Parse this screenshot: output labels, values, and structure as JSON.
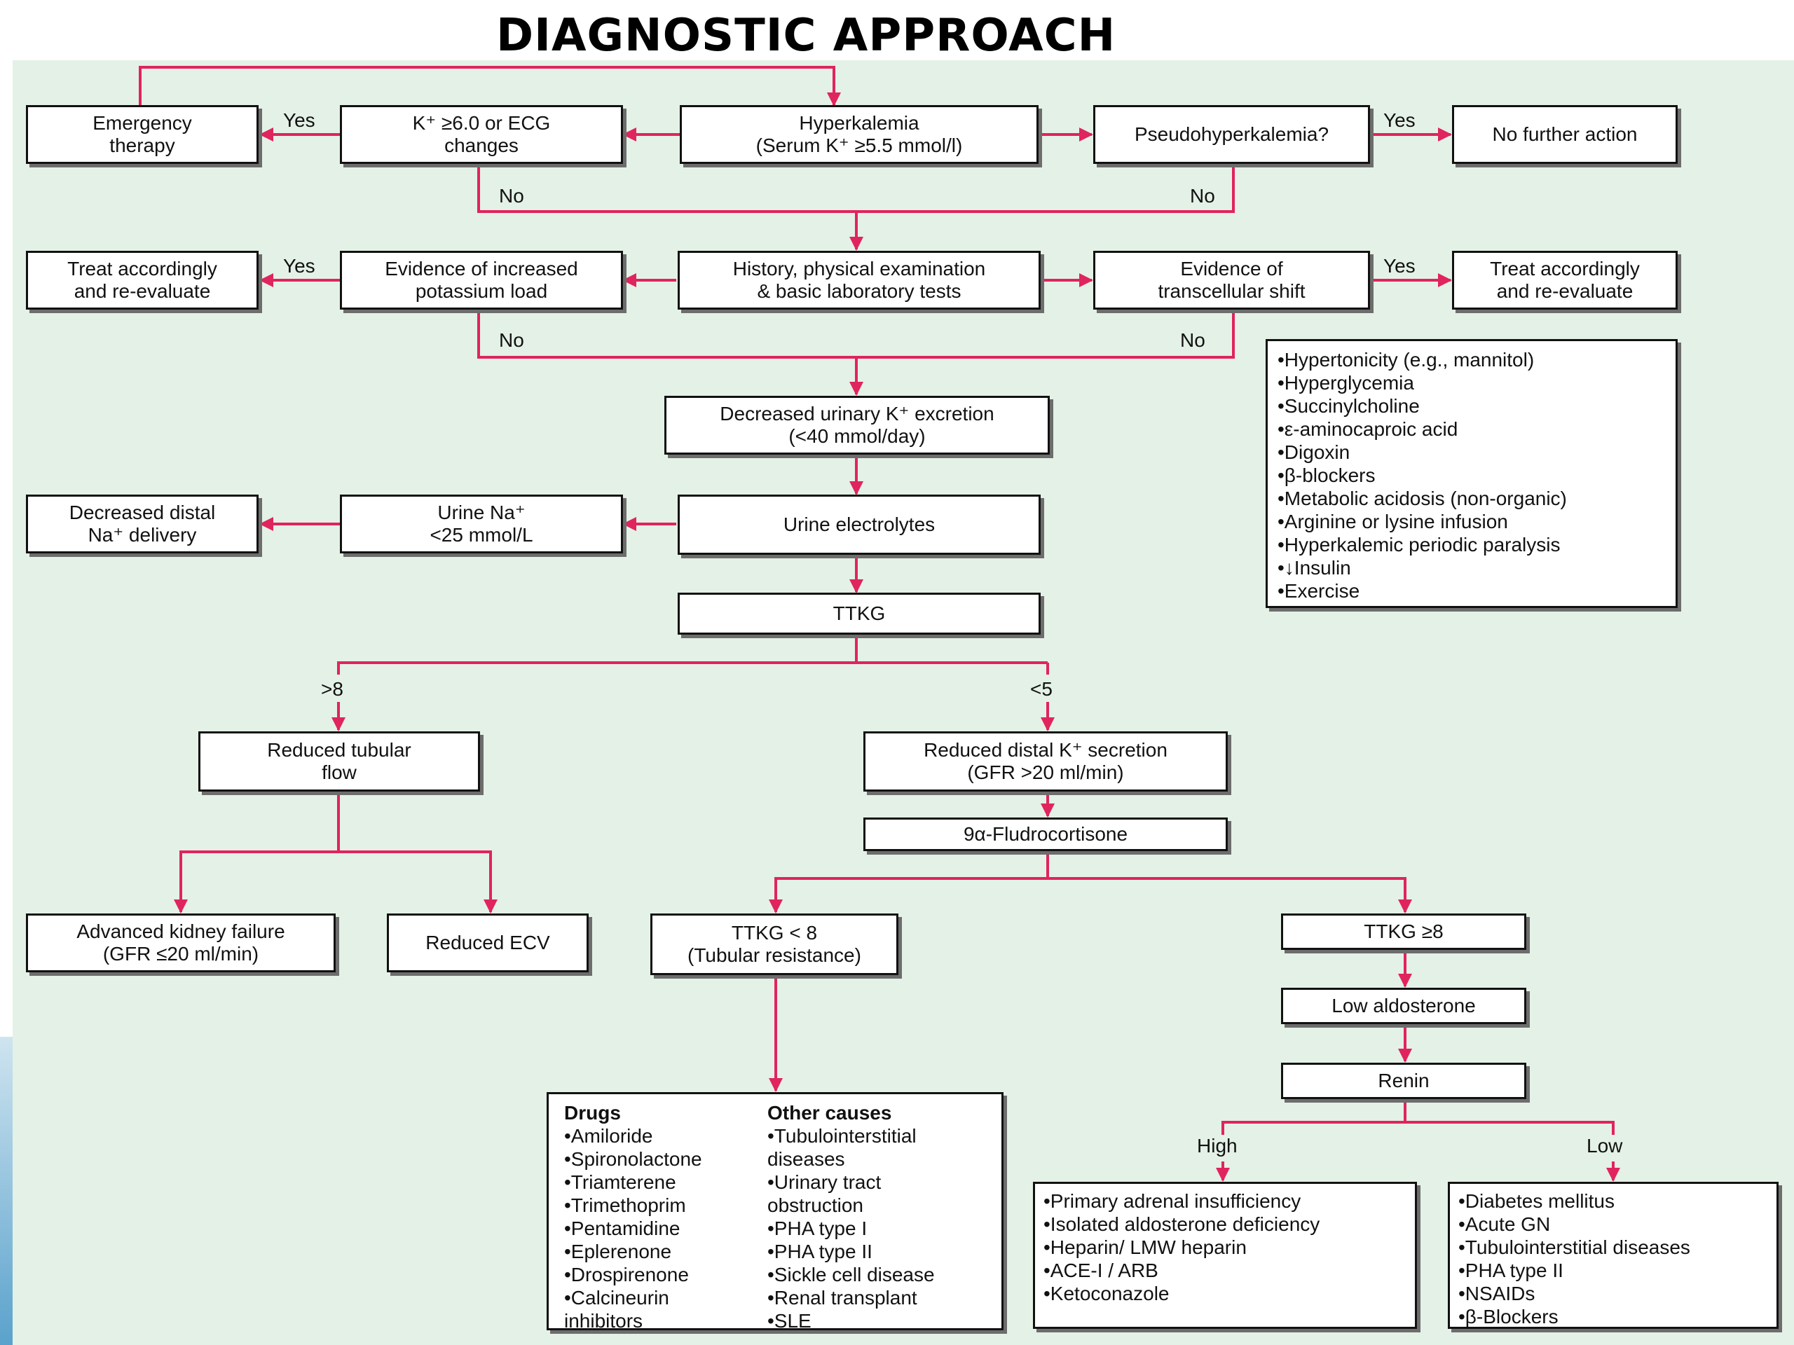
{
  "title": "DIAGNOSTIC APPROACH",
  "colors": {
    "arrow": "#e0245e",
    "background": "#e4f1e6",
    "box_border": "#111111"
  },
  "boxes": {
    "emergency": "Emergency\ntherapy",
    "k_ecg": "K⁺ ≥6.0 or ECG\nchanges",
    "hyperkalemia": "Hyperkalemia\n(Serum K⁺ ≥5.5 mmol/l)",
    "pseudo": "Pseudohyperkalemia?",
    "no_further": "No further action",
    "treat_left": "Treat accordingly\nand re-evaluate",
    "increased_load": "Evidence of increased\npotassium load",
    "history": "History, physical examination\n& basic laboratory tests",
    "transcellular": "Evidence of\ntranscellular shift",
    "treat_right": "Treat accordingly\nand re-evaluate",
    "decreased_urinary": "Decreased urinary K⁺ excretion\n(<40 mmol/day)",
    "decreased_distal": "Decreased distal\nNa⁺ delivery",
    "urine_na": "Urine Na⁺\n<25 mmol/L",
    "urine_electrolytes": "Urine electrolytes",
    "ttkg": "TTKG",
    "reduced_tubular": "Reduced tubular\nflow",
    "reduced_distal": "Reduced distal K⁺ secretion\n(GFR >20 ml/min)",
    "fludro": "9α-Fludrocortisone",
    "advanced_kidney": "Advanced kidney failure\n(GFR ≤20 ml/min)",
    "reduced_ecv": "Reduced ECV",
    "ttkg_lt8": "TTKG < 8\n(Tubular resistance)",
    "ttkg_ge8": "TTKG ≥8",
    "low_aldo": "Low aldosterone",
    "renin": "Renin"
  },
  "labels": {
    "yes_emergency": "Yes",
    "yes_pseudo": "Yes",
    "no_k": "No",
    "no_pseudo": "No",
    "yes_load": "Yes",
    "yes_shift": "Yes",
    "no_load": "No",
    "no_shift": "No",
    "gt8": ">8",
    "lt5": "<5",
    "high": "High",
    "low": "Low"
  },
  "transcellular_causes": [
    "•Hypertonicity (e.g., mannitol)",
    "•Hyperglycemia",
    "•Succinylcholine",
    "•ε-aminocaproic acid",
    "•Digoxin",
    "•β-blockers",
    "•Metabolic acidosis (non-organic)",
    "•Arginine or lysine infusion",
    "•Hyperkalemic periodic paralysis",
    "•↓Insulin",
    "•Exercise"
  ],
  "drugs": {
    "header": "Drugs",
    "items": [
      "•Amiloride",
      "•Spironolactone",
      "•Triamterene",
      "•Trimethoprim",
      "•Pentamidine",
      "•Eplerenone",
      "•Drospirenone",
      "•Calcineurin",
      "inhibitors"
    ]
  },
  "other_causes": {
    "header": "Other causes",
    "items": [
      "•Tubulointerstitial",
      "diseases",
      "•Urinary tract",
      "obstruction",
      "•PHA type I",
      "•PHA type II",
      "•Sickle cell disease",
      "•Renal transplant",
      "•SLE"
    ]
  },
  "high_renin_causes": [
    "•Primary adrenal insufficiency",
    "•Isolated aldosterone deficiency",
    "•Heparin/ LMW heparin",
    "•ACE-I / ARB",
    "•Ketoconazole"
  ],
  "low_renin_causes": [
    "•Diabetes mellitus",
    "•Acute GN",
    "•Tubulointerstitial diseases",
    "•PHA type II",
    "•NSAIDs",
    "•β-Blockers"
  ]
}
